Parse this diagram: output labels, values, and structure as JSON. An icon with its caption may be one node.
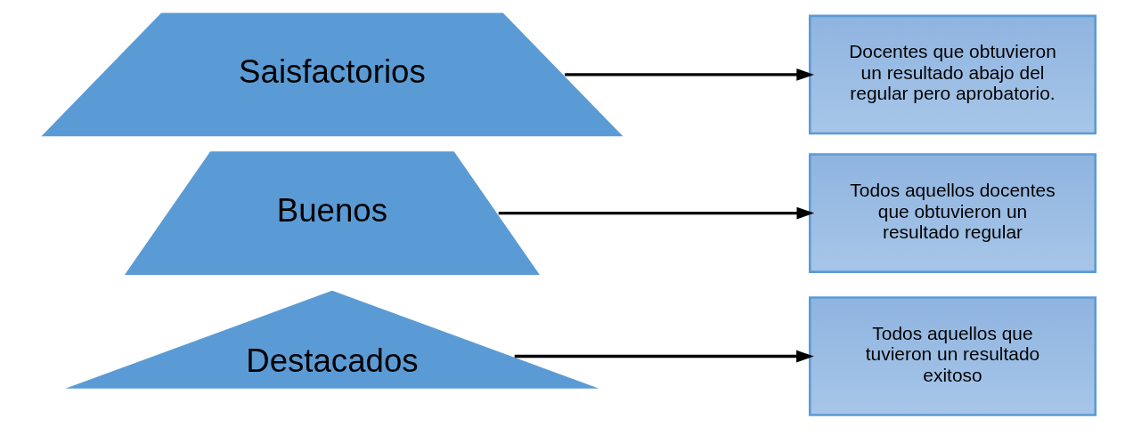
{
  "diagram": {
    "nodes": [
      {
        "text": [
          "Destacados"
        ]
      },
      {
        "text": [
          "Buenos"
        ]
      },
      {
        "text": [
          "Saisfactorios"
        ]
      },
      {
        "text": [
          "Todos aquellos que tuvieron un resultado exitoso"
        ]
      },
      {
        "text": [
          "Todos aquellos docentes que obtuvieron un resultado regular"
        ]
      },
      {
        "text": [
          "Docentes que obtuvieron un resultado abajo del regular pero aprobatorio."
        ]
      }
    ],
    "edges": [
      {
        "from": 0,
        "to": 3,
        "arrow": "to"
      },
      {
        "from": 1,
        "to": 4,
        "arrow": "to"
      },
      {
        "from": 2,
        "to": 5,
        "arrow": "to"
      }
    ]
  }
}
